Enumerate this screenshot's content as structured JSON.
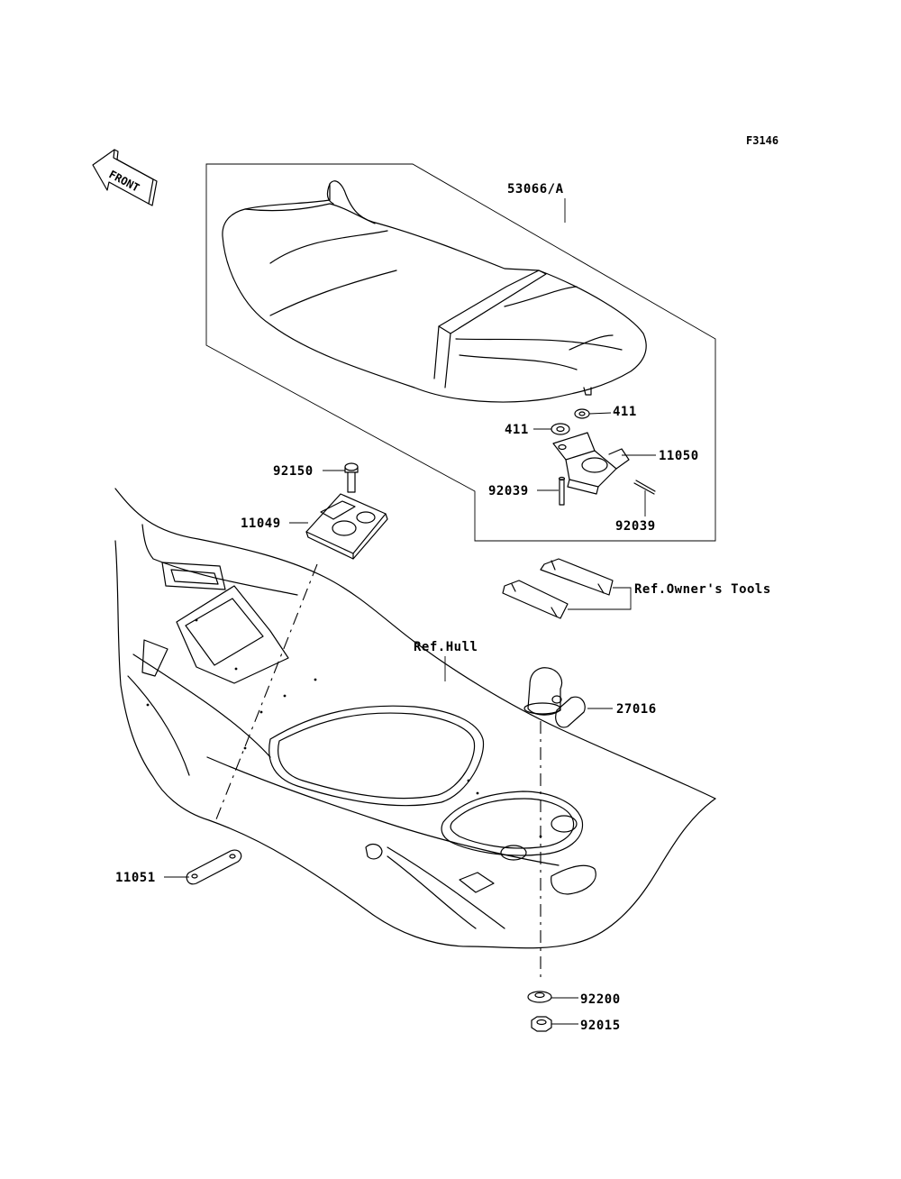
{
  "diagram": {
    "code": "F3146",
    "front_label": "FRONT"
  },
  "parts": {
    "seat": "53066/A",
    "washer_top": "411",
    "washer_left": "411",
    "bracket": "11050",
    "pin_left": "92039",
    "pin_right": "92039",
    "bolt": "92150",
    "plate": "11049",
    "straps": "Ref.Owner's Tools",
    "hull": "Ref.Hull",
    "cover": "27016",
    "plate_lower": "11051",
    "washer_lower": "92200",
    "nut_lower": "92015"
  }
}
